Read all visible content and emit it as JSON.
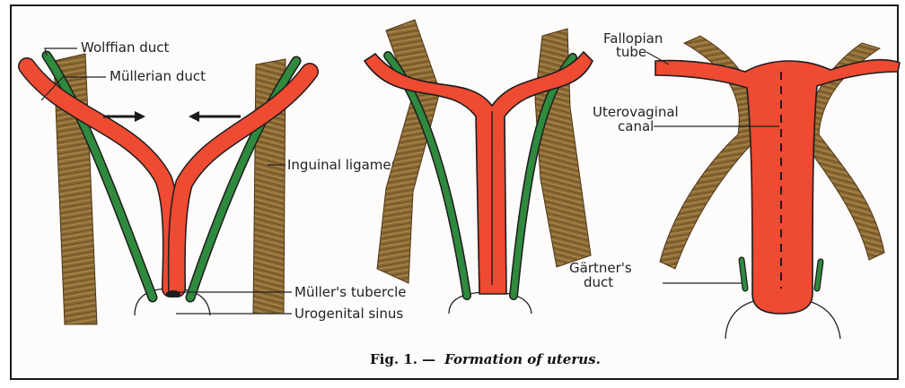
{
  "labels": {
    "wolffian_duct": "Wolffian duct",
    "mullerian_duct": "Müllerian duct",
    "inguinal_ligament": "Inguinal ligament",
    "mullers_tubercle": "Müller's tubercle",
    "urogenital_sinus": "Urogenital sinus",
    "fallopian_tube_1": "Fallopian",
    "fallopian_tube_2": "tube",
    "uterovaginal_canal_1": "Uterovaginal",
    "uterovaginal_canal_2": "canal",
    "gartners_duct_1": "Gärtner's",
    "gartners_duct_2": "duct"
  },
  "caption": {
    "prefix": "Fig. 1. —",
    "title": "Formation of uterus."
  },
  "colors": {
    "mullerian": "#ef4a32",
    "wolffian": "#2f8a3e",
    "ligament": "#8b6a33",
    "outline": "#1a1a1a"
  }
}
